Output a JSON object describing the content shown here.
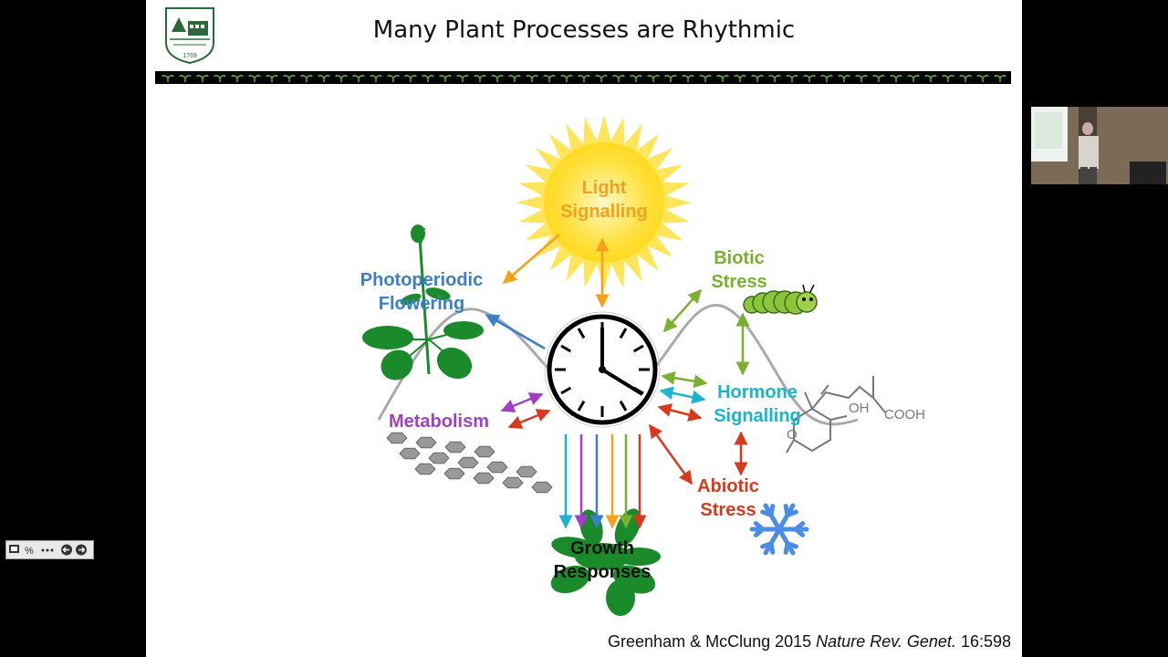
{
  "slide": {
    "title": "Many Plant Processes are Rhythmic",
    "logo": {
      "year": "1769",
      "icon": "college-seal-icon"
    },
    "labels": {
      "light": "Light Signalling",
      "photoperiodic": "Photoperiodic Flowering",
      "biotic": "Biotic Stress",
      "hormone": "Hormone Signalling",
      "metabolism": "Metabolism",
      "abiotic": "Abiotic Stress",
      "growth": "Growth Responses"
    },
    "molecule": {
      "oh": "OH",
      "cooh": "COOH",
      "o": "O"
    },
    "citation": {
      "authors": "Greenham & McClung 2015",
      "journal": "Nature Rev. Genet.",
      "ref": "16:598"
    },
    "colors": {
      "orange": "#f5a21a",
      "blue": "#3a7fc8",
      "green": "#7ab030",
      "cyan": "#1bb4cc",
      "purple": "#a040c8",
      "red": "#d63a1e",
      "leaf": "#1a8a2a"
    }
  },
  "player": {
    "controls": [
      "screen-icon",
      "percent-icon",
      "dots-icon",
      "prev-arrow-icon",
      "next-arrow-icon"
    ]
  }
}
